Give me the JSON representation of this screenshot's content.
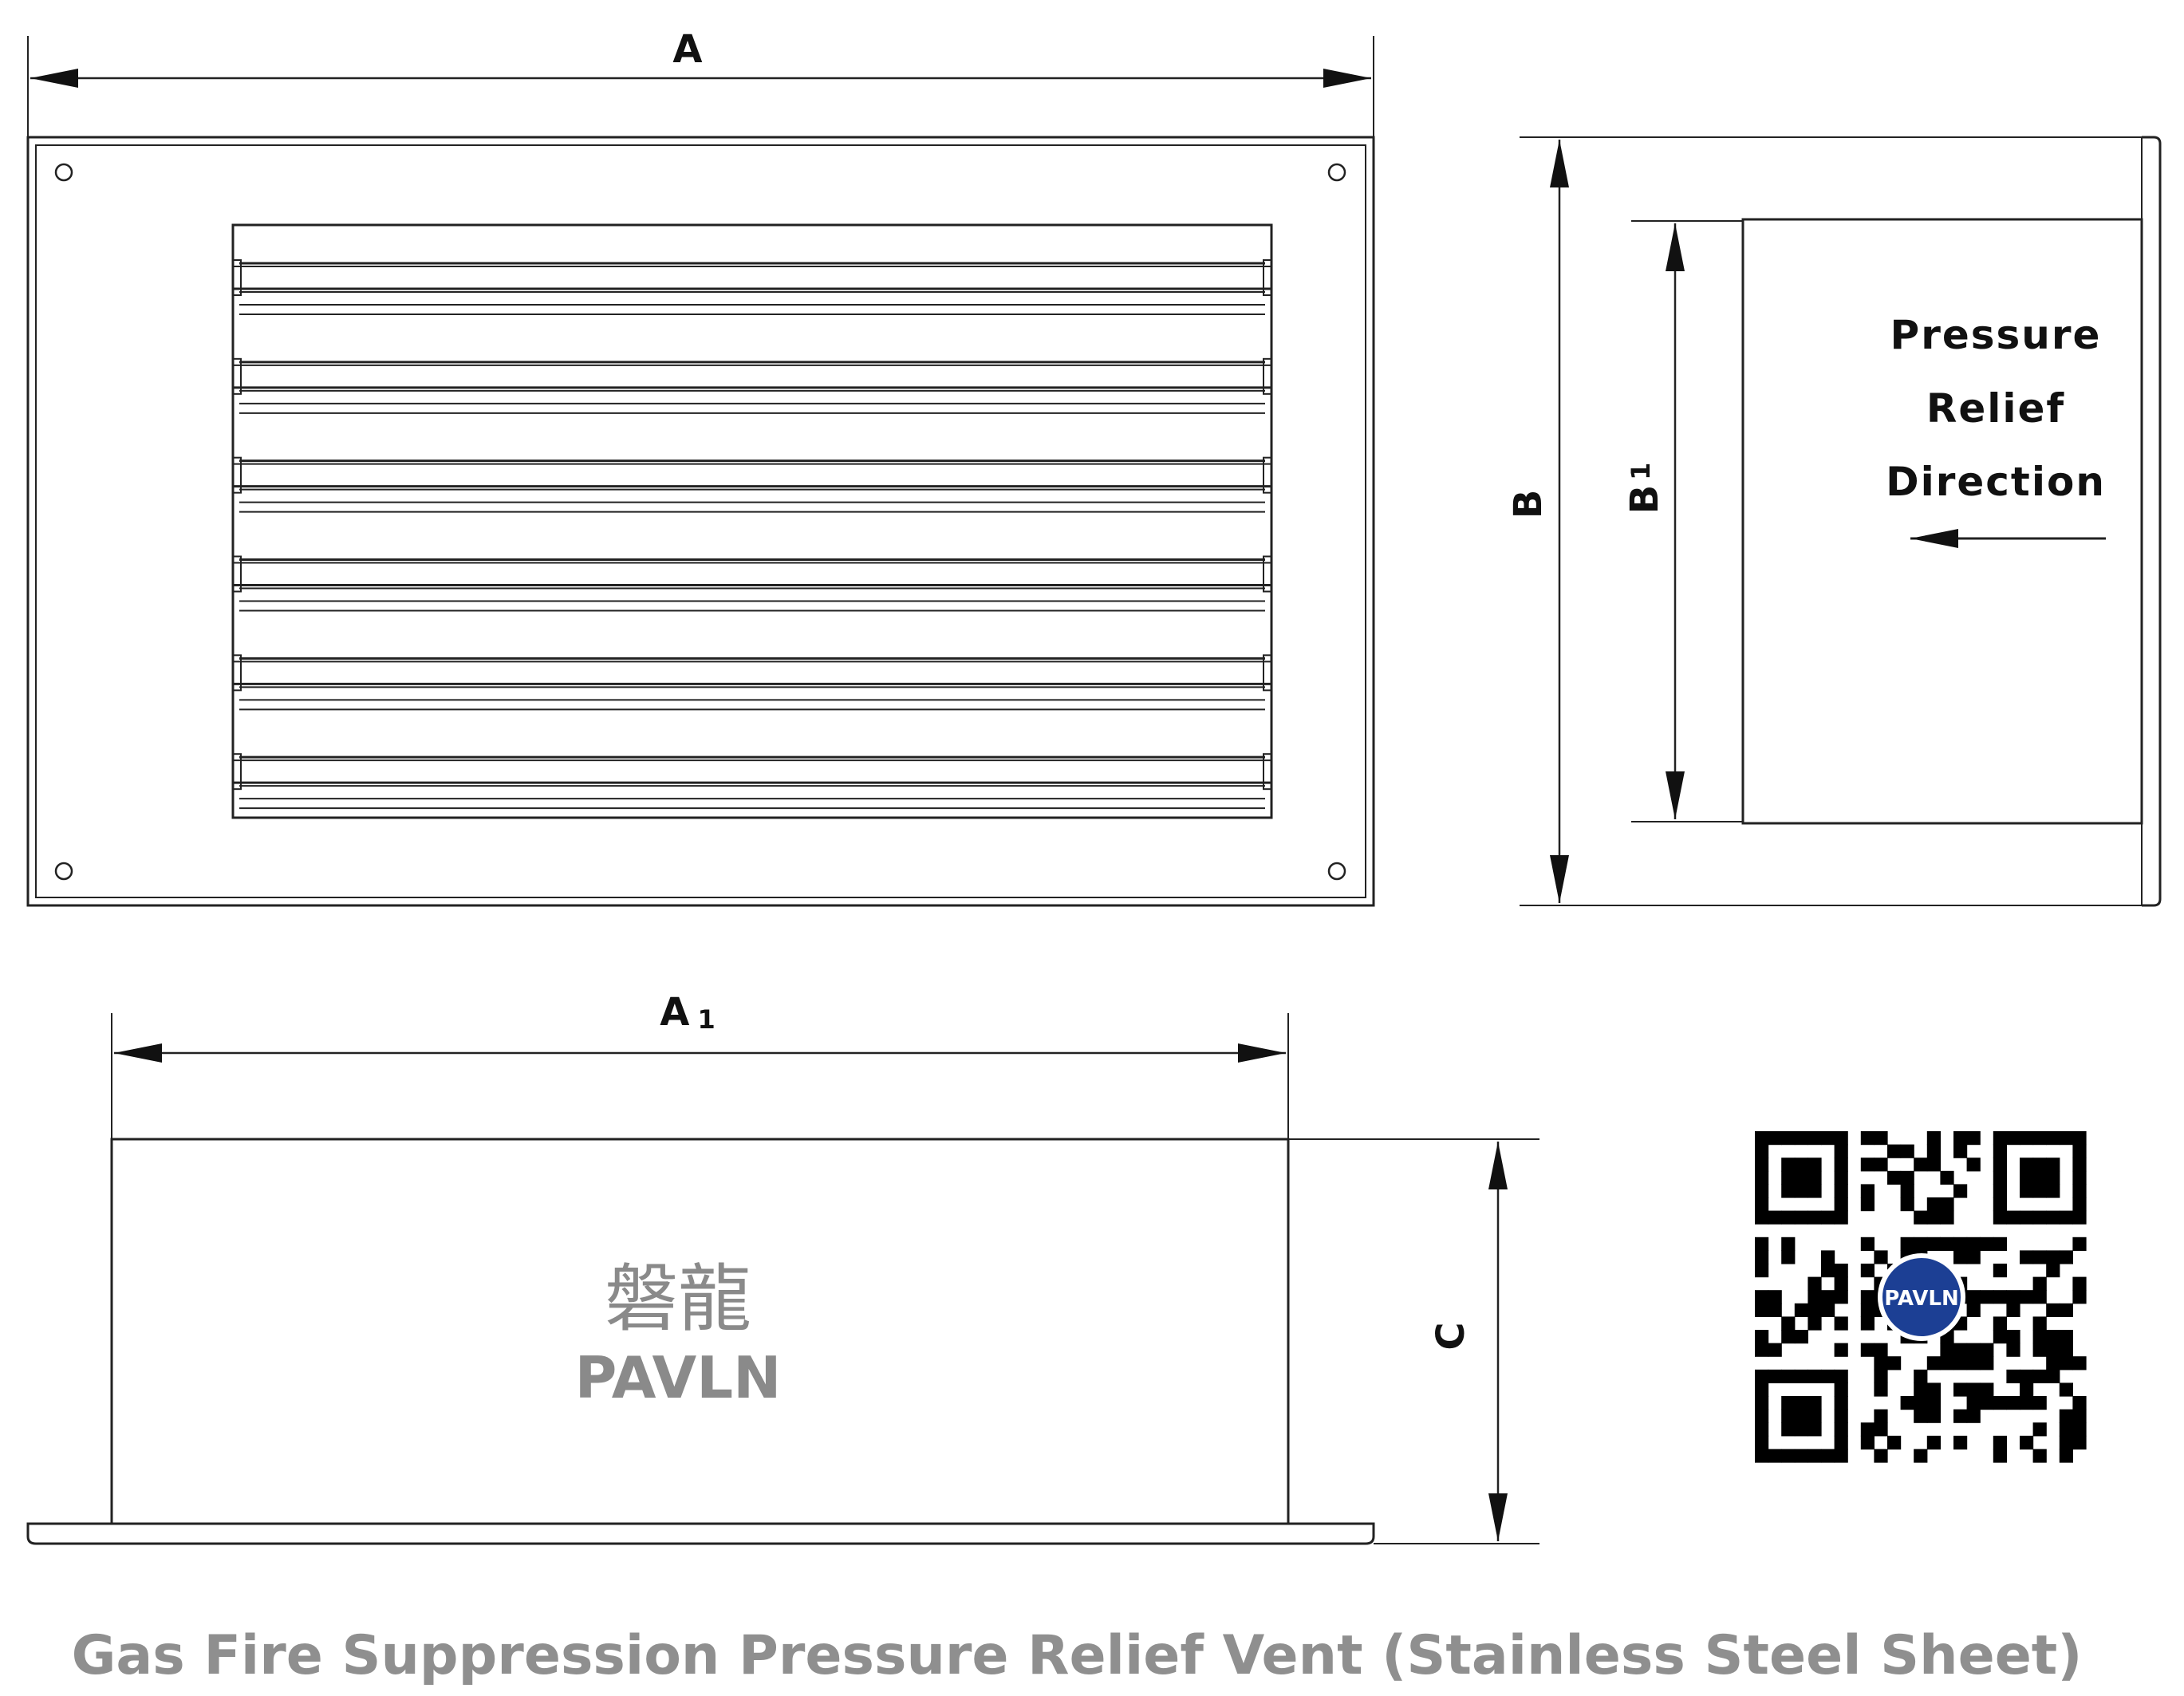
{
  "labels": {
    "a": "A",
    "a1_main": "A",
    "a1_sub": "1",
    "b": "B",
    "b1_main": "B",
    "b1_sub": "1",
    "c": "C"
  },
  "direction": {
    "line1": "Pressure",
    "line2": "Relief",
    "line3": "Direction"
  },
  "logo": {
    "chinese": "磐龍",
    "brand": "PAVLN"
  },
  "qr": {
    "badge": "PAVLN"
  },
  "caption": "Gas Fire Suppression Pressure Relief Vent (Stainless Steel Sheet)",
  "colors": {
    "line": "#222222",
    "logo_gray": "#8a8a8a",
    "caption_gray": "#8f8f8f",
    "badge_blue": "#1c3f94"
  }
}
